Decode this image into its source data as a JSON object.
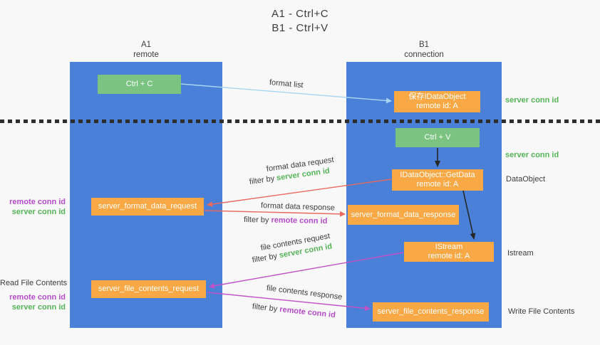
{
  "title": {
    "line1": "A1 - Ctrl+C",
    "line2": "B1 - Ctrl+V"
  },
  "lanes": {
    "left": {
      "name": "A1",
      "role": "remote"
    },
    "right": {
      "name": "B1",
      "role": "connection"
    }
  },
  "nodes": {
    "ctrl_c": {
      "label": "Ctrl + C"
    },
    "save_idataobject": {
      "line1": "保存IDataObject",
      "line2": "remote id: A"
    },
    "ctrl_v": {
      "label": "Ctrl + V"
    },
    "getdata": {
      "line1": "IDataObject::GetData",
      "line2": "remote id: A"
    },
    "server_format_data_request": {
      "label": "server_format_data_request"
    },
    "server_format_data_response": {
      "label": "server_format_data_response"
    },
    "istream": {
      "line1": "IStream",
      "line2": "remote id: A"
    },
    "server_file_contents_request": {
      "label": "server_file_contents_request"
    },
    "server_file_contents_response": {
      "label": "server_file_contents_response"
    }
  },
  "flow_labels": {
    "format_list": "format list",
    "format_data_request": "format data request",
    "format_data_response": "format data response",
    "file_contents_request": "file contents request",
    "file_contents_response": "file contents response",
    "filter_by": "filter by ",
    "server_conn_id": "server conn id",
    "remote_conn_id": "remote conn id"
  },
  "side_labels": {
    "left": {
      "group1_remote": "remote conn id",
      "group1_server": "server conn id",
      "read_file": "Read File Contents",
      "group2_remote": "remote conn id",
      "group2_server": "server conn id"
    },
    "right": {
      "server_conn_id_top": "server conn id",
      "server_conn_id_mid": "server conn id",
      "dataobject": "DataObject",
      "istream": "Istream",
      "write_file": "Write File Contents"
    }
  },
  "colors": {
    "lane_blue": "#4a80d8",
    "box_green": "#7ac380",
    "box_orange": "#f8a844",
    "arrow_blue": "#a9d5f2",
    "arrow_red": "#e8695d",
    "arrow_magenta": "#c250c6",
    "arrow_black": "#262626",
    "text_green": "#55b457",
    "text_purple": "#b44bc8",
    "text_dark": "#3d3d3d"
  }
}
